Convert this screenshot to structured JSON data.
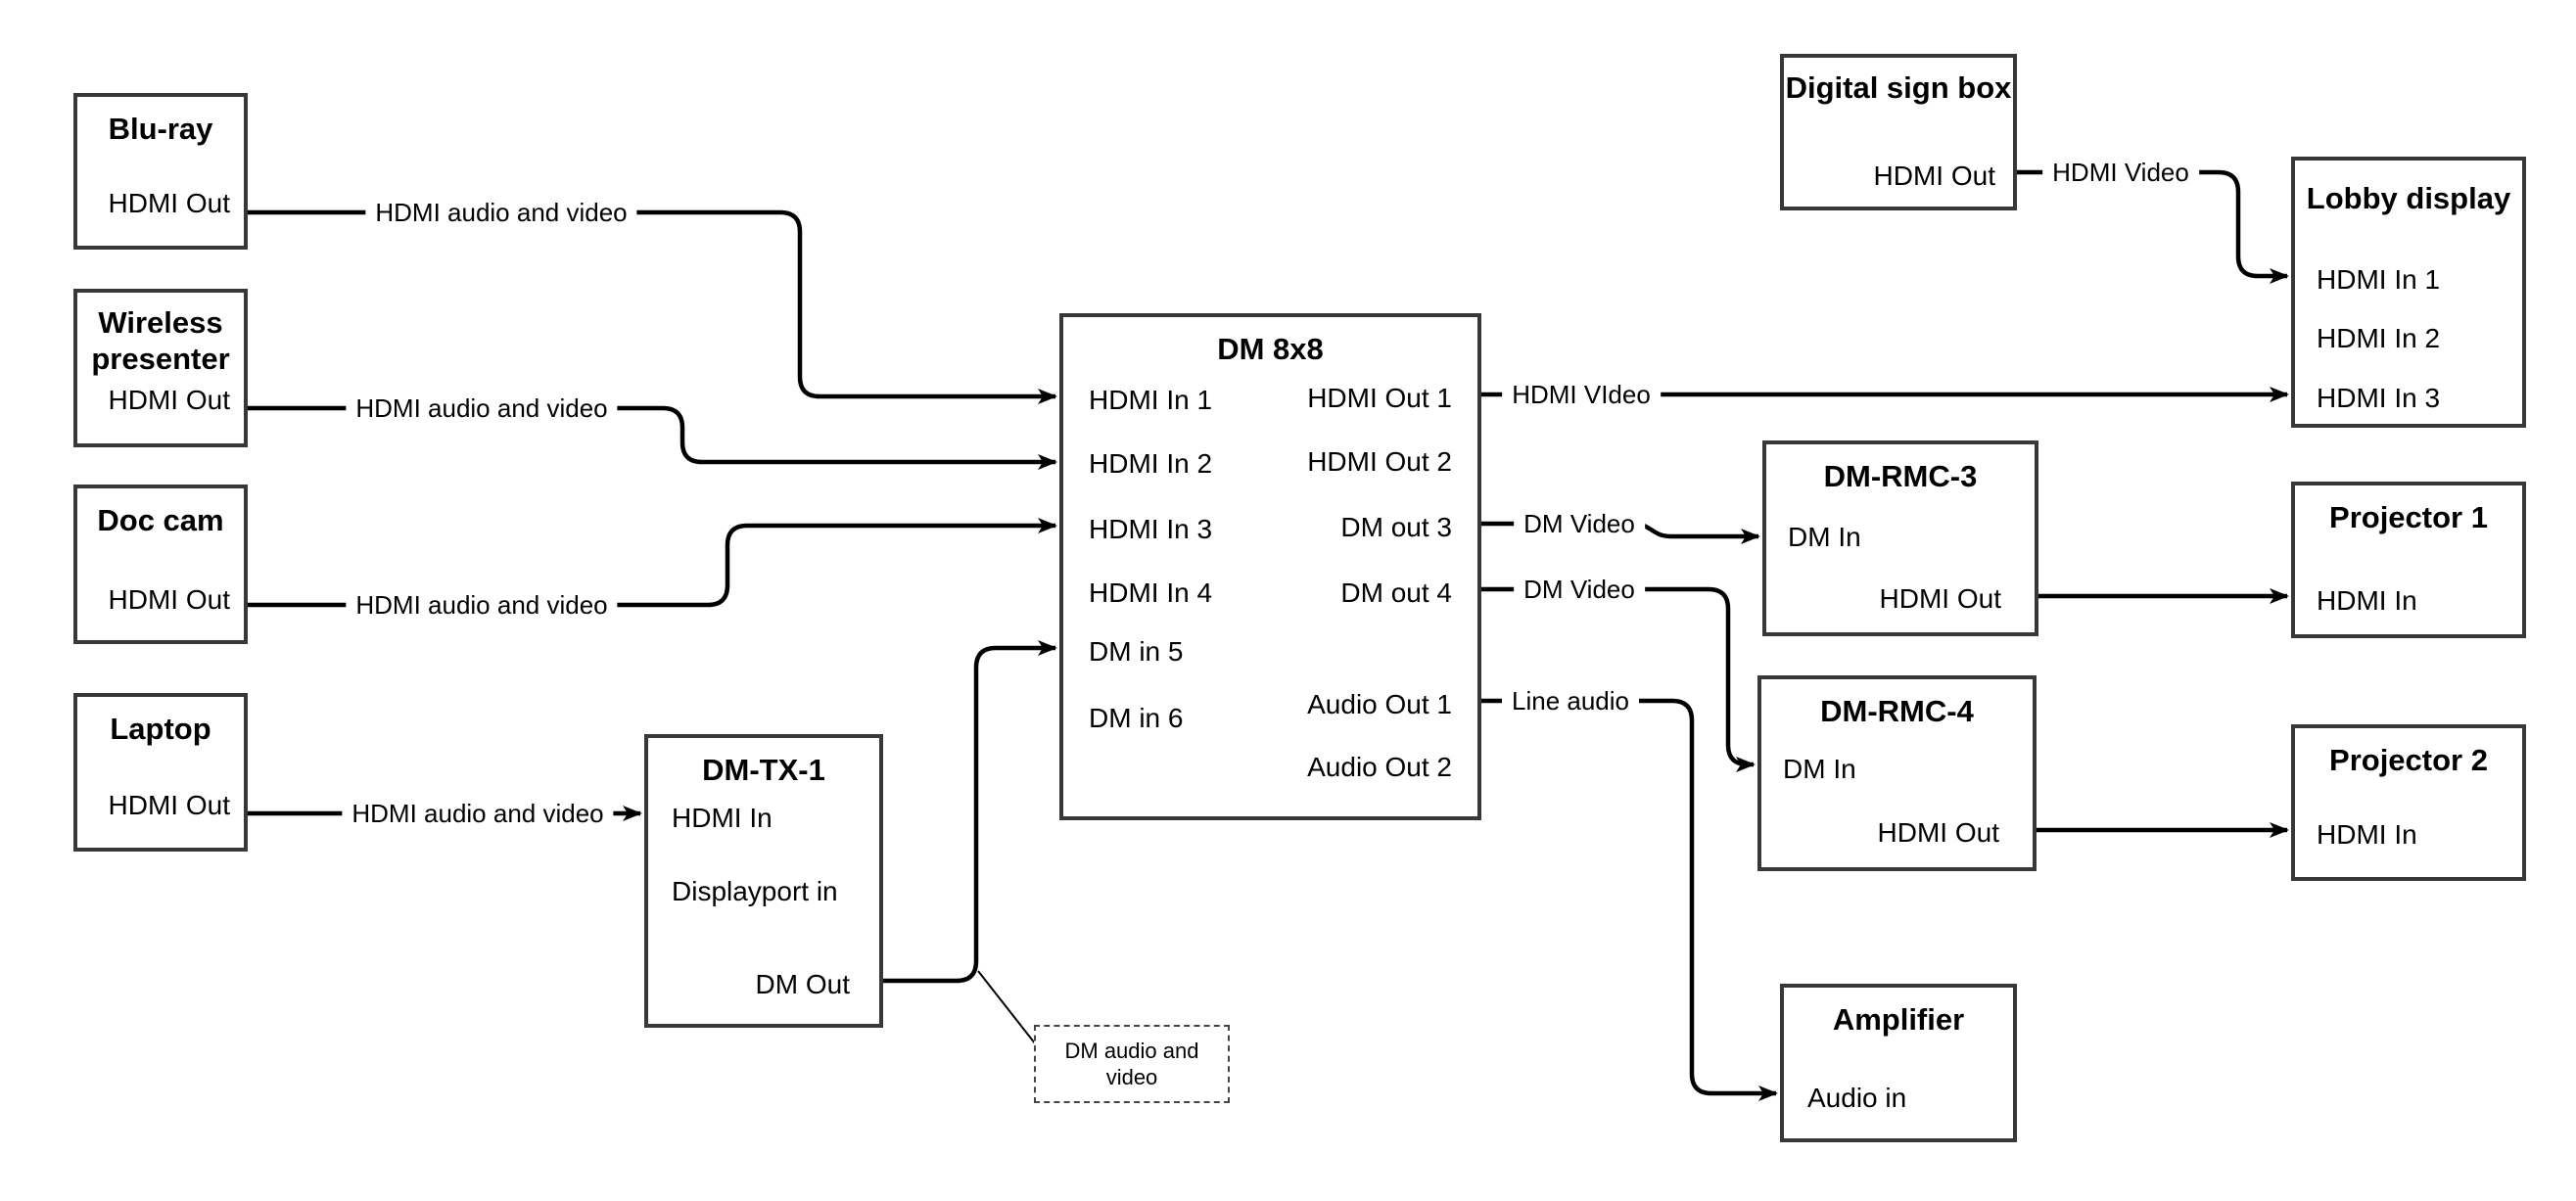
{
  "diagram": {
    "background_color": "#ffffff",
    "line_color": "#000000",
    "box_border_color": "#383838"
  },
  "nodes": {
    "blu_ray": {
      "title": "Blu-ray",
      "port_hdmi_out": "HDMI Out"
    },
    "wireless_presenter": {
      "title": "Wireless presenter",
      "port_hdmi_out": "HDMI Out"
    },
    "doc_cam": {
      "title": "Doc cam",
      "port_hdmi_out": "HDMI Out"
    },
    "laptop": {
      "title": "Laptop",
      "port_hdmi_out": "HDMI Out"
    },
    "dm_tx_1": {
      "title": "DM-TX-1",
      "port_hdmi_in": "HDMI In",
      "port_displayport_in": "Displayport in",
      "port_dm_out": "DM Out"
    },
    "dm_8x8": {
      "title": "DM 8x8",
      "port_hdmi_in_1": "HDMI In 1",
      "port_hdmi_in_2": "HDMI In 2",
      "port_hdmi_in_3": "HDMI In 3",
      "port_hdmi_in_4": "HDMI In 4",
      "port_dm_in_5": "DM in 5",
      "port_dm_in_6": "DM in 6",
      "port_hdmi_out_1": "HDMI Out 1",
      "port_hdmi_out_2": "HDMI Out 2",
      "port_dm_out_3": "DM out 3",
      "port_dm_out_4": "DM out 4",
      "port_audio_out_1": "Audio Out 1",
      "port_audio_out_2": "Audio Out 2"
    },
    "digital_sign_box": {
      "title": "Digital sign box",
      "port_hdmi_out": "HDMI Out"
    },
    "lobby_display": {
      "title": "Lobby display",
      "port_hdmi_in_1": "HDMI In 1",
      "port_hdmi_in_2": "HDMI In 2",
      "port_hdmi_in_3": "HDMI In 3"
    },
    "dm_rmc_3": {
      "title": "DM-RMC-3",
      "port_dm_in": "DM In",
      "port_hdmi_out": "HDMI Out"
    },
    "projector_1": {
      "title": "Projector 1",
      "port_hdmi_in": "HDMI In"
    },
    "dm_rmc_4": {
      "title": "DM-RMC-4",
      "port_dm_in": "DM In",
      "port_hdmi_out": "HDMI Out"
    },
    "projector_2": {
      "title": "Projector 2",
      "port_hdmi_in": "HDMI In"
    },
    "amplifier": {
      "title": "Amplifier",
      "port_audio_in": "Audio in"
    }
  },
  "connection_labels": {
    "blu_ray_to_dm8x8": "HDMI audio and video",
    "wireless_to_dm8x8": "HDMI audio and video",
    "doc_cam_to_dm8x8": "HDMI audio and video",
    "laptop_to_dm_tx_1": "HDMI audio and video",
    "hdmi_out_1_to_lobby": "HDMI VIdeo",
    "sign_box_to_lobby": "HDMI Video",
    "dm_out_3_to_rmc_3": "DM Video",
    "dm_out_4_to_rmc_4": "DM Video",
    "audio_out_1_to_amp": "Line audio"
  },
  "callout": {
    "text": "DM audio and video"
  }
}
